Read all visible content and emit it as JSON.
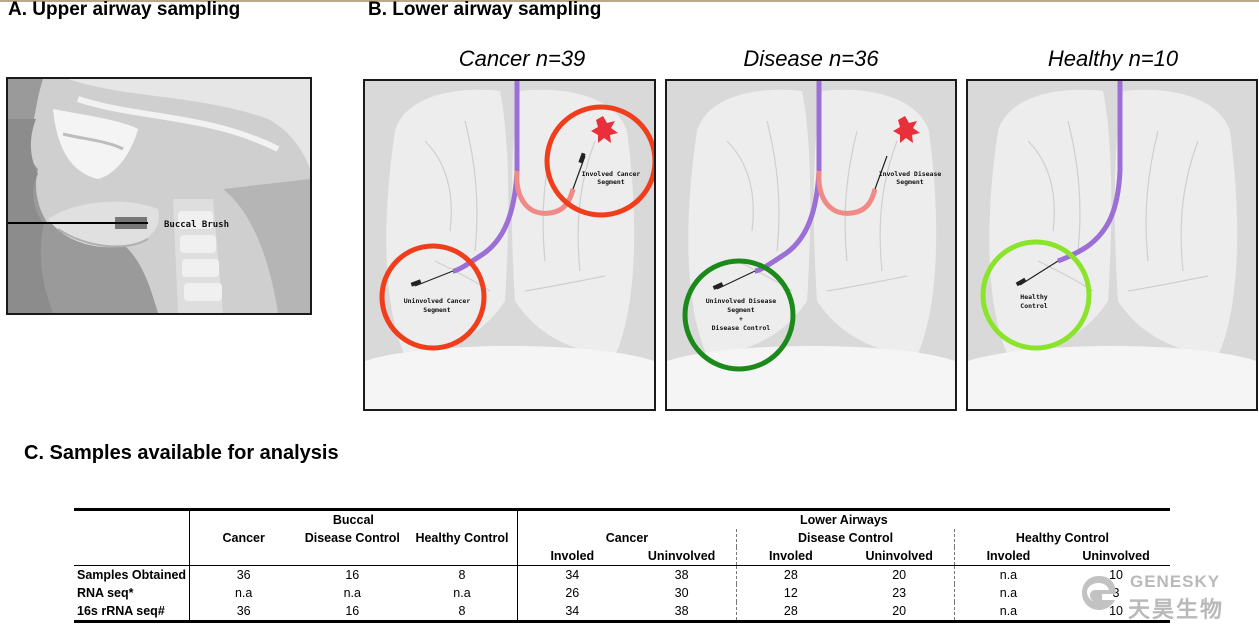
{
  "headings": {
    "upper": "A. Upper airway sampling",
    "lower": "B. Lower airway sampling",
    "samples": "C. Samples available for analysis"
  },
  "groups": [
    {
      "title": "Cancer n=39"
    },
    {
      "title": "Disease n=36"
    },
    {
      "title": "Healthy n=10"
    }
  ],
  "labels": {
    "buccal_brush": "Buccal Brush",
    "involved_cancer": [
      "Involved Cancer",
      "Segment"
    ],
    "uninvolved_cancer": [
      "Uninvolved Cancer",
      "Segment"
    ],
    "involved_disease": [
      "Involved Disease",
      "Segment"
    ],
    "uninvolved_disease": [
      "Uninvolved Disease",
      "Segment",
      "+",
      "Disease Control"
    ],
    "healthy_control": [
      "Healthy",
      "Control"
    ]
  },
  "colors": {
    "cancer_circle": "#f03e1c",
    "disease_circle": "#1b8a1b",
    "healthy_circle": "#8be42c",
    "bronchus_path": "#9b6fd6",
    "involved_path": "#f08a86",
    "lesion": "#e8303a"
  },
  "table": {
    "group_headers": {
      "buccal": "Buccal",
      "lower": "Lower Airways"
    },
    "buccal_cols": [
      "Cancer",
      "Disease Control",
      "Healthy Control"
    ],
    "lower_groups": [
      "Cancer",
      "Disease Control",
      "Healthy Control"
    ],
    "sub_cols": [
      "Involed",
      "Uninvolved",
      "Involed",
      "Uninvolved",
      "Involed",
      "Uninvolved"
    ],
    "rows": [
      {
        "label": "Samples Obtained",
        "values": [
          "36",
          "16",
          "8",
          "34",
          "38",
          "28",
          "20",
          "n.a",
          "10"
        ]
      },
      {
        "label": "RNA seq*",
        "values": [
          "n.a",
          "n.a",
          "n.a",
          "26",
          "30",
          "12",
          "23",
          "n.a",
          "3"
        ]
      },
      {
        "label": "16s rRNA seq#",
        "values": [
          "36",
          "16",
          "8",
          "34",
          "38",
          "28",
          "20",
          "n.a",
          "10"
        ]
      }
    ]
  },
  "watermark": {
    "en": "GENESKY",
    "cn": "天昊生物"
  }
}
